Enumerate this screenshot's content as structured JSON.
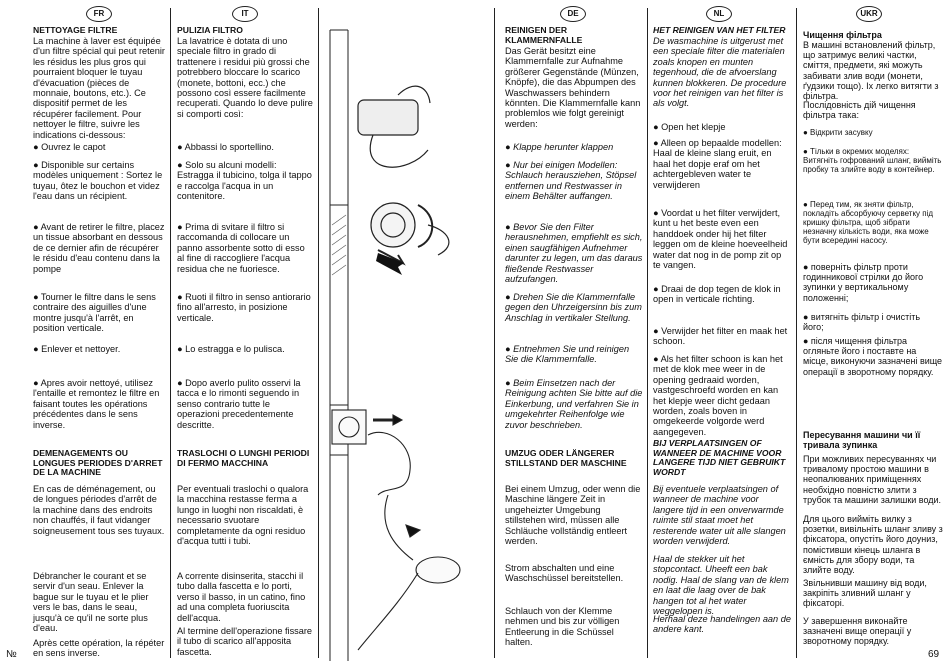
{
  "flags": {
    "fr": "FR",
    "it": "IT",
    "de": "DE",
    "nl": "NL",
    "uk": "UKR"
  },
  "page_left": "№",
  "page_right": "69",
  "fr": {
    "h1": "NETTOYAGE FILTRE",
    "p1": "La machine à laver est équipée d'un filtre spécial qui peut retenir les résidus les plus gros qui pourraient bloquer le tuyau d'évacuation (pièces de monnaie, boutons, etc.). Ce dispositif permet de les récupérer facilement. Pour nettoyer le filtre, suivre les indications ci-dessous:",
    "b1": "● Ouvrez le capot",
    "b2": "● Disponible sur certains modèles uniquement : Sortez le tuyau, ôtez le bouchon et videz l'eau dans un récipient.",
    "b3": "● Avant de retirer le filtre, placez un tissue absorbant en dessous de ce dernier afin de récupérer le résidu d'eau contenu dans la pompe",
    "b4": "● Tourner le filtre dans le sens contraire des aiguilles d'une montre jusqu'à l'arrêt, en position verticale.",
    "b5": "● Enlever et nettoyer.",
    "b6": "● Apres avoir nettoyé, utilisez l'entaille et remontez le filtre en faisant toutes les opérations précédentes dans le sens inverse.",
    "h2": "DEMENAGEMENTS OU LONGUES PERIODES D'ARRET DE LA MACHINE",
    "p2": "En cas de déménagement, ou de longues périodes d'arrêt de la machine dans des endroits non chauffés, il faut vidanger soigneusement tous ses tuyaux.",
    "p3": "Débrancher le courant et se servir d'un seau. Enlever la bague sur le tuyau et le plier vers le bas, dans le seau, jusqu'à ce qu'il ne sorte plus d'eau.",
    "p4": "Après cette opération, la répéter en sens inverse."
  },
  "it": {
    "h1": "PULIZIA FILTRO",
    "p1": "La lavatrice è dotata di uno speciale filtro in grado di trattenere i residui più grossi che potrebbero bloccare lo scarico (monete, bottoni, ecc.) che possono così essere facilmente recuperati. Quando lo deve pulire si comporti così:",
    "b1": "● Abbassi lo sportellino.",
    "b2": "● Solo su alcuni modelli: Estragga il tubicino, tolga il tappo e raccolga l'acqua in un contenitore.",
    "b3": "● Prima di svitare il filtro si raccomanda di collocare un panno assorbente sotto di esso al fine di raccogliere l'acqua residua che ne fuoriesce.",
    "b4": "● Ruoti il filtro in senso antiorario fino all'arresto, in posizione verticale.",
    "b5": "● Lo estragga e lo pulisca.",
    "b6": "● Dopo averlo pulito osservi la tacca e lo rimonti seguendo in senso contrario tutte le operazioni precedentemente descritte.",
    "h2": "TRASLOCHI O LUNGHI PERIODI DI FERMO MACCHINA",
    "p2": "Per eventuali traslochi o qualora la macchina restasse ferma a lungo in luoghi non riscaldati, è necessario svuotare completamente da ogni residuo d'acqua tutti i tubi.",
    "p3": "A corrente disinserita, stacchi il tubo dalla fascetta e lo porti, verso il basso, in un catino, fino ad una completa fuoriuscita dell'acqua.",
    "p4": "Al termine dell'operazione fissare il tubo di scarico all'apposita fascetta."
  },
  "de": {
    "h1": "REINIGEN DER KLAMMERNFALLE",
    "p1": "Das Gerät besitzt eine Klammernfalle zur Aufnahme größerer Gegenstände (Münzen, Knöpfe), die das Abpumpen des Waschwassers behindern könnten. Die Klammernfalle kann problemlos wie folgt gereinigt werden:",
    "b1": "● Klappe herunter klappen",
    "b2": "● Nur bei einigen Modellen: Schlauch herausziehen, Stöpsel entfernen und Restwasser in einem Behälter auffangen.",
    "b3": "● Bevor Sie den Filter herausnehmen, empfiehlt es sich, einen saugfähigen Aufnehmer darunter zu legen, um das daraus fließende Restwasser aufzufangen.",
    "b4": "● Drehen Sie die Klammernfalle gegen den Uhrzeigersinn bis zum Anschlag in vertikaler Stellung.",
    "b5": "● Entnehmen Sie und reinigen Sie die Klammernfalle.",
    "b6": "● Beim Einsetzen nach der Reinigung achten Sie bitte auf die Einkerbung, und verfahren Sie in umgekehrter Reihenfolge wie zuvor beschrieben.",
    "h2": "UMZUG ODER LÄNGERER STILLSTAND DER MASCHINE",
    "p2": "Bei einem Umzug, oder wenn die Maschine längere Zeit in ungeheizter Umgebung stillstehen wird, müssen alle Schläuche vollständig entleert werden.",
    "p3": "Strom abschalten und eine Waschschüssel bereitstellen.",
    "p4": "Schlauch von der Klemme nehmen und bis zur völligen Entleerung in die Schüssel halten."
  },
  "nl": {
    "h1": "HET REINIGEN VAN HET FILTER",
    "p1": "De wasmachine is uitgerust met een speciale filter die materialen zoals knopen en munten tegenhoud, die de afvoerslang kunnen blokkeren. De procedure voor het reinigen van het filter is als volgt.",
    "b1": "● Open het klepje",
    "b2": "● Alleen op bepaalde modellen: Haal de kleine slang eruit, en haal het dopje eraf om het achtergebleven water te verwijderen",
    "b3": "● Voordat u het filter verwijdert, kunt u het beste even een handdoek onder hij het filter leggen om de kleine hoeveelheid water dat nog in de pomp zit op te vangen.",
    "b4": "● Draai de dop tegen de klok in open in verticale richting.",
    "b5": "● Verwijder het filter en maak het schoon.",
    "b6": "● Als het filter schoon is kan het met de klok mee weer in de opening gedraaid worden, vastgeschroefd worden en kan het klepje weer dicht gedaan worden, zoals boven in omgekeerde volgorde werd aangegeven.",
    "h2": "BIJ VERPLAATSINGEN OF WANNEER DE MACHINE VOOR LANGERE TIJD NIET GEBRUIKT WORDT",
    "p2": "Bij eventuele verplaatsingen of wanneer de machine voor langere tijd in een onverwarmde ruimte stil staat moet het resterende water uit alle slangen worden verwijderd.",
    "p3": "Haal de stekker uit het stopcontact. Uheeft een bak nodig. Haal de slang van de klem en laat die laag over de bak hangen tot al het water weggelopen is.",
    "p4": "Herhaal deze handelingen aan de andere kant."
  },
  "uk": {
    "h1": "Чищення фільтра",
    "p1": "В машині встановлений фільтр, що затримує великі частки, сміття, предмети, які можуть забивати злив води (монети, ґудзики тощо). Іх легко витягти з фільтра.",
    "p1b": "Послідовність дій чищення фільтра така:",
    "b1": "● Відкрити засувку",
    "b2": "● Тільки в окремих моделях: Витягніть гофрований шланг, вийміть пробку та злийте воду в контейнер.",
    "b3": "● Перед тим, як зняти фільтр, покладіть абсорбуючу серветку під кришку фільтра, щоб зібрати незначну кількість води, яка може бути всередині насосу.",
    "b4": "● поверніть фільтр проти годинникової стрілки до його зупинки у вертикальному положенні;",
    "b5": "● витягніть фільтр і очистіть його;",
    "b6": "● після чищення фільтра огляньте його і поставте на місце, виконуючи зазначені вище операції в зворотному порядку.",
    "h2": "Пересування машини чи її тривала зупинка",
    "p2": "При можливих пересуваннях чи тривалому простою машини в неопалюваних приміщеннях необхідно повністю злити з трубок та машини залишки води.",
    "p3": "Для цього вийміть вилку з розетки, вивільніть шланг зливу з фіксатора, опустіть його доуниз, помістивши кінець шланга в ємність для збору води, та злийте воду.",
    "p4": "Звільнивши машину від води, закріпіть зливний шланг у фіксаторі.",
    "p5": "У завершення виконайте зазначені вище операції у зворотному порядку."
  }
}
